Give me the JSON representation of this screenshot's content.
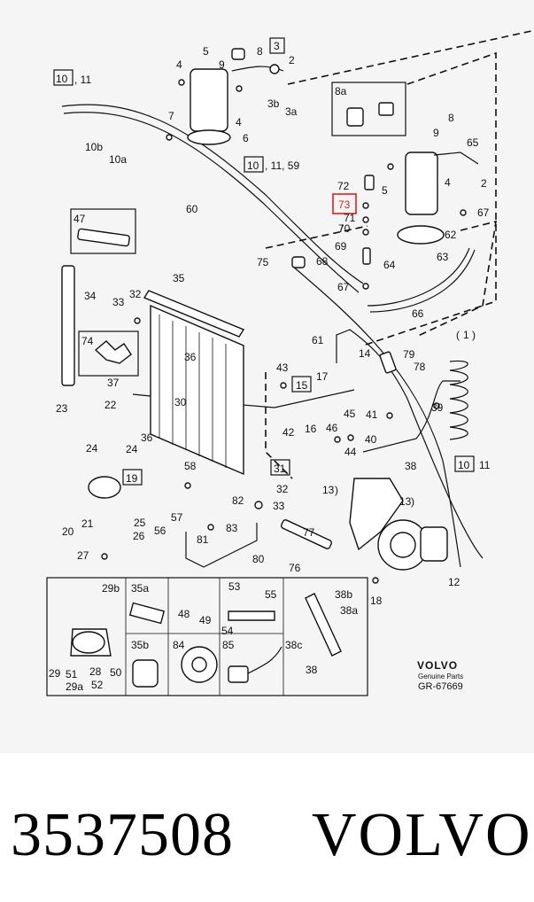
{
  "diagram": {
    "highlighted_ref": "73",
    "callouts": [
      {
        "id": "c-10-11-top",
        "text": "10"
      },
      {
        "id": "c-11-top",
        "text": ", 11"
      },
      {
        "id": "c-4a",
        "text": "4"
      },
      {
        "id": "c-5a",
        "text": "5"
      },
      {
        "id": "c-9a",
        "text": "9"
      },
      {
        "id": "c-8a",
        "text": "8"
      },
      {
        "id": "c-3",
        "text": "3"
      },
      {
        "id": "c-2a",
        "text": "2"
      },
      {
        "id": "c-3b",
        "text": "3b"
      },
      {
        "id": "c-3a",
        "text": "3a"
      },
      {
        "id": "c-7",
        "text": "7"
      },
      {
        "id": "c-4b",
        "text": "4"
      },
      {
        "id": "c-6",
        "text": "6"
      },
      {
        "id": "c-10b",
        "text": "10b"
      },
      {
        "id": "c-10a",
        "text": "10a"
      },
      {
        "id": "c-8ab",
        "text": "8a"
      },
      {
        "id": "c-8b",
        "text": "8"
      },
      {
        "id": "c-9b",
        "text": "9"
      },
      {
        "id": "c-65",
        "text": "65"
      },
      {
        "id": "c-4c",
        "text": "4"
      },
      {
        "id": "c-2b",
        "text": "2"
      },
      {
        "id": "c-5b",
        "text": "5"
      },
      {
        "id": "c-10-mid",
        "text": "10"
      },
      {
        "id": "c-11-59",
        "text": ", 11, 59"
      },
      {
        "id": "c-72",
        "text": "72"
      },
      {
        "id": "c-73",
        "text": "73"
      },
      {
        "id": "c-70",
        "text": "70"
      },
      {
        "id": "c-71",
        "text": "71"
      },
      {
        "id": "c-67a",
        "text": "67"
      },
      {
        "id": "c-62",
        "text": "62"
      },
      {
        "id": "c-69",
        "text": "69"
      },
      {
        "id": "c-63",
        "text": "63"
      },
      {
        "id": "c-64",
        "text": "64"
      },
      {
        "id": "c-68",
        "text": "68"
      },
      {
        "id": "c-75",
        "text": "75"
      },
      {
        "id": "c-67b",
        "text": "67"
      },
      {
        "id": "c-66",
        "text": "66"
      },
      {
        "id": "c-60",
        "text": "60"
      },
      {
        "id": "c-47",
        "text": "47"
      },
      {
        "id": "c-34",
        "text": "34"
      },
      {
        "id": "c-35",
        "text": "35"
      },
      {
        "id": "c-33a",
        "text": "33"
      },
      {
        "id": "c-32a",
        "text": "32"
      },
      {
        "id": "c-74",
        "text": "74"
      },
      {
        "id": "c-36a",
        "text": "36"
      },
      {
        "id": "c-37",
        "text": "37"
      },
      {
        "id": "c-30",
        "text": "30"
      },
      {
        "id": "c-61",
        "text": "61"
      },
      {
        "id": "c-14",
        "text": "14"
      },
      {
        "id": "c-79",
        "text": "79"
      },
      {
        "id": "c-78",
        "text": "78"
      },
      {
        "id": "c-1",
        "text": "1"
      },
      {
        "id": "c-43",
        "text": "43"
      },
      {
        "id": "c-15",
        "text": "15"
      },
      {
        "id": "c-17",
        "text": "17"
      },
      {
        "id": "c-39",
        "text": "39"
      },
      {
        "id": "c-23",
        "text": "23"
      },
      {
        "id": "c-22",
        "text": "22"
      },
      {
        "id": "c-24a",
        "text": "24"
      },
      {
        "id": "c-24b",
        "text": "24"
      },
      {
        "id": "c-36b",
        "text": "36"
      },
      {
        "id": "c-42",
        "text": "42"
      },
      {
        "id": "c-16",
        "text": "16"
      },
      {
        "id": "c-45",
        "text": "45"
      },
      {
        "id": "c-41",
        "text": "41"
      },
      {
        "id": "c-46",
        "text": "46"
      },
      {
        "id": "c-40",
        "text": "40"
      },
      {
        "id": "c-44",
        "text": "44"
      },
      {
        "id": "c-38a",
        "text": "38"
      },
      {
        "id": "c-10-right",
        "text": "10"
      },
      {
        "id": "c-11-right",
        "text": "11"
      },
      {
        "id": "c-58",
        "text": "58"
      },
      {
        "id": "c-31",
        "text": "31"
      },
      {
        "id": "c-19",
        "text": "19"
      },
      {
        "id": "c-13a",
        "text": "13"
      },
      {
        "id": "c-13b",
        "text": "13"
      },
      {
        "id": "c-32b",
        "text": "32"
      },
      {
        "id": "c-82",
        "text": "82"
      },
      {
        "id": "c-33b",
        "text": "33"
      },
      {
        "id": "c-20",
        "text": "20"
      },
      {
        "id": "c-21",
        "text": "21"
      },
      {
        "id": "c-25",
        "text": "25"
      },
      {
        "id": "c-26",
        "text": "26"
      },
      {
        "id": "c-56",
        "text": "56"
      },
      {
        "id": "c-57",
        "text": "57"
      },
      {
        "id": "c-81",
        "text": "81"
      },
      {
        "id": "c-83",
        "text": "83"
      },
      {
        "id": "c-77",
        "text": "77"
      },
      {
        "id": "c-76",
        "text": "76"
      },
      {
        "id": "c-27",
        "text": "27"
      },
      {
        "id": "c-80",
        "text": "80"
      },
      {
        "id": "c-12",
        "text": "12"
      },
      {
        "id": "c-18",
        "text": "18"
      },
      {
        "id": "c-29b",
        "text": "29b"
      },
      {
        "id": "c-35a",
        "text": "35a"
      },
      {
        "id": "c-53",
        "text": "53"
      },
      {
        "id": "c-55",
        "text": "55"
      },
      {
        "id": "c-38b",
        "text": "38b"
      },
      {
        "id": "c-38a2",
        "text": "38a"
      },
      {
        "id": "c-48",
        "text": "48"
      },
      {
        "id": "c-49",
        "text": "49"
      },
      {
        "id": "c-54",
        "text": "54"
      },
      {
        "id": "c-35b",
        "text": "35b"
      },
      {
        "id": "c-84",
        "text": "84"
      },
      {
        "id": "c-85",
        "text": "85"
      },
      {
        "id": "c-38c",
        "text": "38c"
      },
      {
        "id": "c-38d",
        "text": "38"
      },
      {
        "id": "c-29",
        "text": "29"
      },
      {
        "id": "c-51",
        "text": "51"
      },
      {
        "id": "c-28",
        "text": "28"
      },
      {
        "id": "c-50",
        "text": "50"
      },
      {
        "id": "c-29a",
        "text": "29a"
      },
      {
        "id": "c-52",
        "text": "52"
      }
    ],
    "logo": {
      "brand": "VOLVO",
      "subtitle": "Genuine Parts",
      "ref": "GR-67669"
    }
  },
  "footer": {
    "part_number": "3537508",
    "brand": "VOLVO"
  }
}
